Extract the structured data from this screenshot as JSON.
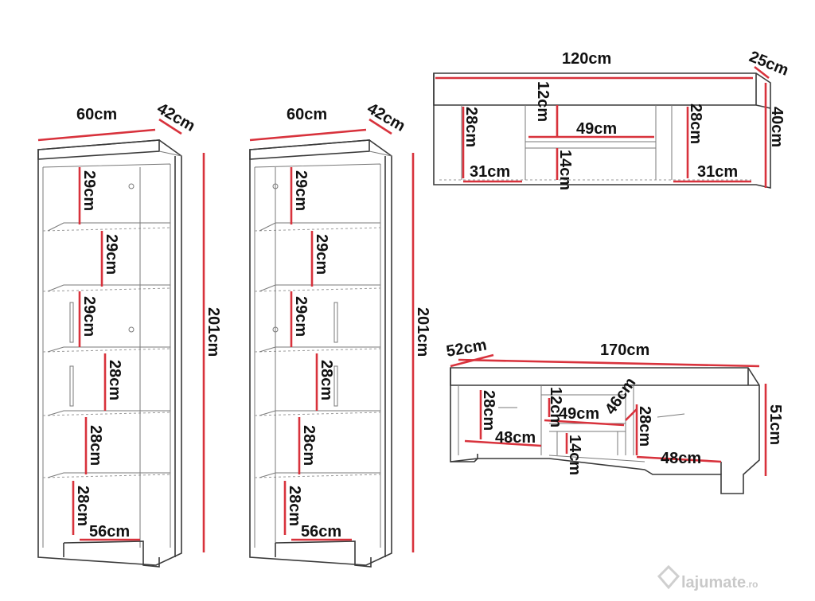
{
  "cabinet_left": {
    "width": "60cm",
    "depth": "42cm",
    "height": "201cm",
    "shelves": [
      "29cm",
      "29cm",
      "29cm",
      "28cm",
      "28cm",
      "28cm"
    ],
    "base": "56cm"
  },
  "cabinet_right": {
    "width": "60cm",
    "depth": "42cm",
    "height": "201cm",
    "shelves": [
      "29cm",
      "29cm",
      "29cm",
      "28cm",
      "28cm",
      "28cm"
    ],
    "base": "56cm"
  },
  "wall_shelf": {
    "width": "120cm",
    "depth": "25cm",
    "height": "40cm",
    "top_gap": "12cm",
    "middle_width": "49cm",
    "middle_height": "14cm",
    "left_height": "28cm",
    "left_width": "31cm",
    "right_height": "28cm",
    "right_width": "31cm"
  },
  "tv_stand": {
    "width": "170cm",
    "depth": "52cm",
    "height": "51cm",
    "left_height": "28cm",
    "left_width": "48cm",
    "top_gap": "12cm",
    "middle_width": "49cm",
    "middle_depth": "46cm",
    "middle_height": "14cm",
    "right_height": "28cm",
    "right_width": "48cm"
  },
  "watermark": {
    "brand": "lajumate",
    "suffix": ".ro"
  },
  "colors": {
    "dimension": "#d8323c",
    "outline": "#3a3a3a"
  }
}
